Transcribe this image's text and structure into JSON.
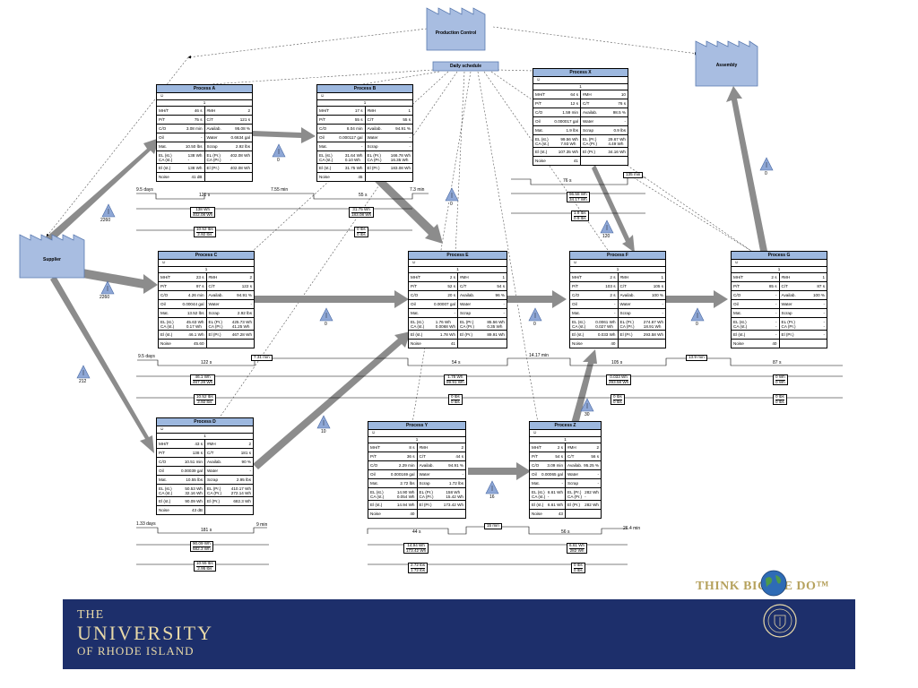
{
  "factories": {
    "production_control": "Production Control",
    "assembly": "Assembly",
    "supplier": "Supplier",
    "daily_schedule": "Daily schedule"
  },
  "processes": {
    "a": {
      "title": "Process A",
      "count": "1",
      "r": [
        [
          "MH/T",
          "46 s",
          "#MH",
          "2"
        ],
        [
          "P/T",
          "75 s",
          "C/T",
          "121 s"
        ],
        [
          "C/O",
          "3.08 min",
          "Availab.",
          "95.08 %"
        ],
        [
          "Oil",
          "-",
          "Water",
          "0.6634 gal"
        ],
        [
          "Mat.",
          "10.50 lbs",
          "Scrap",
          "2.92 lbs"
        ],
        [
          "EL (st.)\nCA (st.)",
          "138 Wh\n-",
          "EL (Pr.)\nCA (Pr.)",
          "402.08 Wh\n-"
        ],
        [
          "El (st.)",
          "138 Wh",
          "El (Pr.)",
          "402.08 Wh"
        ]
      ],
      "noise_label": "Noise",
      "noise": "41 dB"
    },
    "b": {
      "title": "Process B",
      "count": "1",
      "r": [
        [
          "MH/T",
          "17 s",
          "#MH",
          "1"
        ],
        [
          "P/T",
          "55 s",
          "C/T",
          "55 s"
        ],
        [
          "C/O",
          "8.04 min",
          "Availab.",
          "94.91 %"
        ],
        [
          "Oil",
          "0.000117 gal",
          "Water",
          "-"
        ],
        [
          "Mat.",
          "-",
          "Scrap",
          "-"
        ],
        [
          "EL (st.)\nCA (st.)",
          "31.64 Wh\n0.10 Wh",
          "EL (Pr.)\nCA (Pr.)",
          "166.78 Wh\n16.35 Wh"
        ],
        [
          "El (st.)",
          "31.75 Wh",
          "El (Pr.)",
          "183.08 Wh"
        ]
      ],
      "noise_label": "Noise",
      "noise": "45"
    },
    "x": {
      "title": "Process X",
      "count": "1",
      "r": [
        [
          "MH/T",
          "64 s",
          "#MH",
          "10"
        ],
        [
          "P/T",
          "12 s",
          "C/T",
          "76 s"
        ],
        [
          "C/O",
          "1.59 min",
          "Availab.",
          "98.5 %"
        ],
        [
          "Oil",
          "0.000017 gal",
          "Water",
          "-"
        ],
        [
          "Mat.",
          "1.9 lbs",
          "Scrap",
          "0.9 lbs"
        ],
        [
          "EL (st.)\nCA (st.)",
          "99.56 Wh\n7.93 Wh",
          "EL (Pr.)\nCA (Pr.)",
          "29.67 Wh\n4.49 Wh"
        ],
        [
          "El (st.)",
          "107.35 Wh",
          "El (Pr.)",
          "34.16 Wh"
        ]
      ],
      "noise_label": "Noise",
      "noise": "41"
    },
    "c": {
      "title": "Process C",
      "count": "1",
      "r": [
        [
          "MH/T",
          "23 s",
          "#MH",
          "2"
        ],
        [
          "P/T",
          "97 s",
          "C/T",
          "122 s"
        ],
        [
          "C/O",
          "4.26 min",
          "Availab.",
          "94.91 %"
        ],
        [
          "Oil",
          "0.00044 gal",
          "Water",
          "-"
        ],
        [
          "Mat.",
          "13.52 lbs",
          "Scrap",
          "2.92 lbs"
        ],
        [
          "EL (st.)\nCA (st.)",
          "45.63 Wh\n0.17 Wh",
          "EL (Pr.)\nCA (Pr.)",
          "425.73 Wh\n41.25 Wh"
        ],
        [
          "El (st.)",
          "46.1 Wh",
          "El (Pr.)",
          "467.28 Wh"
        ]
      ],
      "noise_label": "Noise",
      "noise": "45.60"
    },
    "e": {
      "title": "Process E",
      "count": "1",
      "r": [
        [
          "MH/T",
          "2 s",
          "#MH",
          "1"
        ],
        [
          "P/T",
          "52 s",
          "C/T",
          "54 s"
        ],
        [
          "C/O",
          "20 s",
          "Availab.",
          "96 %"
        ],
        [
          "Oil",
          "0.00007 gal",
          "Water",
          "-"
        ],
        [
          "Mat.",
          "-",
          "Scrap",
          "-"
        ],
        [
          "EL (st.)\nCA (st.)",
          "1.76 Wh\n0.0068 Wh",
          "EL (Pr.)\nCA (Pr.)",
          "85.56 Wh\n0.35 Wh"
        ],
        [
          "El (st.)",
          "1.78 Wh",
          "El (Pr.)",
          "89.91 Wh"
        ]
      ],
      "noise_label": "Noise",
      "noise": "41"
    },
    "f": {
      "title": "Process F",
      "count": "1",
      "r": [
        [
          "MH/T",
          "2 s",
          "#MH",
          "1"
        ],
        [
          "P/T",
          "103 s",
          "C/T",
          "105 s"
        ],
        [
          "C/O",
          "2 s",
          "Availab.",
          "100 %"
        ],
        [
          "Oil",
          "-",
          "Water",
          "-"
        ],
        [
          "Mat.",
          "-",
          "Scrap",
          "-"
        ],
        [
          "EL (st.)\nCA (st.)",
          "0.0061 Wh\n0.027 Wh",
          "EL (Pr.)\nCA (Pr.)",
          "274.67 Wh\n18.91 Wh"
        ],
        [
          "El (st.)",
          "0.033 Wh",
          "El (Pr.)",
          "293.58 Wh"
        ]
      ],
      "noise_label": "Noise",
      "noise": "40"
    },
    "g": {
      "title": "Process G",
      "count": "1",
      "r": [
        [
          "MH/T",
          "2 s",
          "#MH",
          "1"
        ],
        [
          "P/T",
          "85 s",
          "C/T",
          "87 s"
        ],
        [
          "C/O",
          "-",
          "Availab.",
          "100 %"
        ],
        [
          "Oil",
          "-",
          "Water",
          "-"
        ],
        [
          "Mat.",
          "-",
          "Scrap",
          "-"
        ],
        [
          "EL (st.)\nCA (st.)",
          "-\n-",
          "EL (Pr.)\nCA (Pr.)",
          "-\n-"
        ],
        [
          "El (st.)",
          "-",
          "El (Pr.)",
          "-"
        ]
      ],
      "noise_label": "Noise",
      "noise": "40"
    },
    "d": {
      "title": "Process D",
      "count": "1",
      "r": [
        [
          "MH/T",
          "43 s",
          "#MH",
          "2"
        ],
        [
          "P/T",
          "138 s",
          "C/T",
          "181 s"
        ],
        [
          "C/O",
          "10.51 min",
          "Availab.",
          "90 %"
        ],
        [
          "Oil",
          "0.00039 gal",
          "Water",
          "-"
        ],
        [
          "Mat.",
          "10.55 lbs",
          "Scrap",
          "2.95 lbs"
        ],
        [
          "EL (st.)\nCA (st.)",
          "50.53 Wh\n32.16 Wh",
          "EL (Pr.)\nCA (Pr.)",
          "410.17 Wh\n272.14 Wh"
        ],
        [
          "El (st.)",
          "90.09 Wh",
          "El (Pr.)",
          "682.3 Wh"
        ]
      ],
      "noise_label": "Noise",
      "noise": "43 dB"
    },
    "y": {
      "title": "Process Y",
      "count": "1",
      "r": [
        [
          "MH/T",
          "8 s",
          "#MH",
          "2"
        ],
        [
          "P/T",
          "36 s",
          "C/T",
          "44 s"
        ],
        [
          "C/O",
          "2.29 min",
          "Availab.",
          "94.91 %"
        ],
        [
          "Oil",
          "0.000169 gal",
          "Water",
          "-"
        ],
        [
          "Mat.",
          "2.72 lbs",
          "Scrap",
          "1.72 lbs"
        ],
        [
          "EL (st.)\nCA (st.)",
          "14.90 Wh\n0.054 Wh",
          "EL (Pr.)\nCA (Pr.)",
          "158 Wh\n15.42 Wh"
        ],
        [
          "El (st.)",
          "14.94 Wh",
          "El (Pr.)",
          "173.42 Wh"
        ]
      ],
      "noise_label": "Noise",
      "noise": "40"
    },
    "z": {
      "title": "Process Z",
      "count": "1",
      "r": [
        [
          "MH/T",
          "2 s",
          "#MH",
          "2"
        ],
        [
          "P/T",
          "54 s",
          "C/T",
          "56 s"
        ],
        [
          "C/O",
          "3.09 min",
          "Availab.",
          "95.25 %"
        ],
        [
          "Oil",
          "0.00065 gal",
          "Water",
          "-"
        ],
        [
          "Mat.",
          "-",
          "Scrap",
          "-"
        ],
        [
          "EL (st.)\nCA (st.)",
          "6.61 Wh\n-",
          "EL (Pr.)\nCA (Pr.)",
          "282 Wh\n-"
        ],
        [
          "El (st.)",
          "6.61 Wh",
          "El (Pr.)",
          "282 Wh"
        ]
      ],
      "noise_label": "Noise",
      "noise": "43"
    }
  },
  "inventory": {
    "sup_a": "2260",
    "sup_c": "2260",
    "sup_d": "212",
    "a_b": "0",
    "b_e": "0",
    "c_e": "0",
    "d_e": "10",
    "e_f": "0",
    "f_g": "0",
    "x_f": "120",
    "z_f": "30",
    "y_z": "16",
    "g_asm": "0"
  },
  "timelines": {
    "top": {
      "days": "9.5 days",
      "wait": "7.55 min",
      "end": "7.3 min",
      "ct_a": "121 s",
      "ct_b": "55 s"
    },
    "mid": {
      "days": "9.5 days",
      "wait1": "7.31 min",
      "wait2": "14.17 min",
      "wait3": "13.9 min",
      "ct_c": "122 s",
      "ct_e": "54 s",
      "ct_f": "105 s",
      "ct_g": "87 s"
    },
    "bot": {
      "days": "1.33 days",
      "end": "9 min",
      "ct_d": "181 s"
    },
    "yz": {
      "wait": "15 min",
      "end": "26.4 min",
      "ct_y": "44 s",
      "ct_z": "56 s"
    },
    "x": {
      "ct_x": "76 s",
      "wait": "135 min"
    }
  },
  "summaries": {
    "a": [
      "138 Wh",
      "402.08 Wh"
    ],
    "a2": [
      "10.52 lbs",
      "2.92 lbs"
    ],
    "b": [
      "31.75 Wh",
      "183.08 Wh"
    ],
    "b2": [
      "0 lbs",
      "0 lbs"
    ],
    "x": [
      "96.58 Wh",
      "34.17 Wh"
    ],
    "x2": [
      "1.9 lbs",
      "0.9 lbs"
    ],
    "c": [
      "46.1 Wh",
      "467.28 Wh"
    ],
    "c2": [
      "10.52 lbs",
      "2.92 lbs"
    ],
    "e": [
      "1.78 Wh",
      "89.91 Wh"
    ],
    "e2": [
      "0 lbs",
      "0 lbs"
    ],
    "f": [
      "0.033 Wh",
      "293.58 Wh"
    ],
    "f2": [
      "0 lbs",
      "0 lbs"
    ],
    "g": [
      "0 Wh",
      "0 Wh"
    ],
    "g2": [
      "0 lbs",
      "0 lbs"
    ],
    "d": [
      "90.09 Wh",
      "682.3 Wh"
    ],
    "d2": [
      "10.55 lbs",
      "2.95 lbs"
    ],
    "y": [
      "14.94 Wh",
      "173.42 Wh"
    ],
    "y2": [
      "2.72 lbs",
      "1.72 lbs"
    ],
    "z": [
      "6.61 Wh",
      "282 Wh"
    ],
    "z2": [
      "0 lbs",
      "0 lbs"
    ]
  },
  "footer": {
    "uri_line1": "THE",
    "uri_line2": "UNIVERSITY",
    "uri_line3": "OF RHODE ISLAND",
    "slogan": "THINK BIG WE DO™"
  },
  "colors": {
    "box_header": "#9db8df",
    "arrow": "#8c8c8c",
    "footer": "#1d2f6b",
    "gold": "#b6a25e"
  }
}
